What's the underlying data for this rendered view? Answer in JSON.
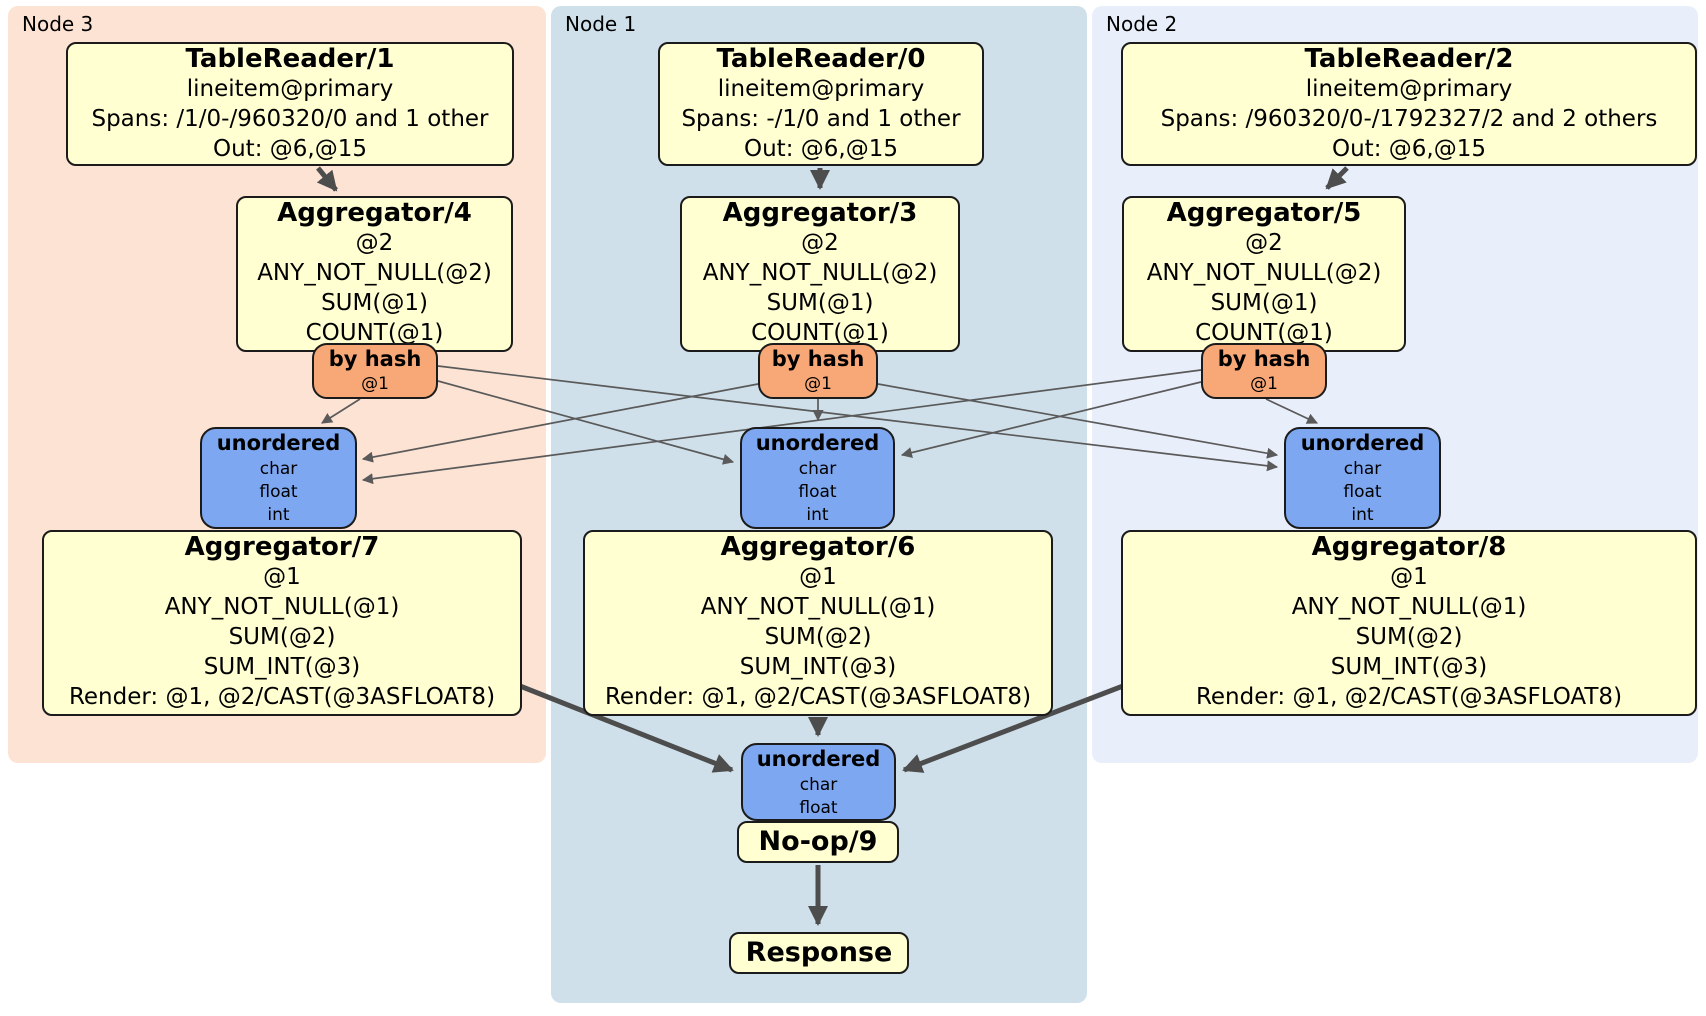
{
  "colors": {
    "node3_panel": "#fce3d4",
    "node1_panel": "#cfe0ea",
    "node2_panel": "#e9eefb",
    "processor_box": "#ffffd2",
    "hash_router_box": "#f8a876",
    "sync_box": "#7da7f0",
    "edge": "#4d4d4d"
  },
  "nodes": [
    {
      "label": "Node 3",
      "table_reader": {
        "title": "TableReader/1",
        "lines": [
          "lineitem@primary",
          "Spans: /1/0-/960320/0 and 1 other",
          "Out: @6,@15"
        ]
      },
      "pre_aggregator": {
        "title": "Aggregator/4",
        "lines": [
          "@2",
          "ANY_NOT_NULL(@2)",
          "SUM(@1)",
          "COUNT(@1)"
        ]
      },
      "router": {
        "title": "by hash",
        "key": "@1"
      },
      "sync": {
        "title": "unordered",
        "types": [
          "char",
          "float",
          "int"
        ]
      },
      "final_aggregator": {
        "title": "Aggregator/7",
        "lines": [
          "@1",
          "ANY_NOT_NULL(@1)",
          "SUM(@2)",
          "SUM_INT(@3)",
          "Render: @1, @2/CAST(@3ASFLOAT8)"
        ]
      }
    },
    {
      "label": "Node 1",
      "table_reader": {
        "title": "TableReader/0",
        "lines": [
          "lineitem@primary",
          "Spans: -/1/0 and 1 other",
          "Out: @6,@15"
        ]
      },
      "pre_aggregator": {
        "title": "Aggregator/3",
        "lines": [
          "@2",
          "ANY_NOT_NULL(@2)",
          "SUM(@1)",
          "COUNT(@1)"
        ]
      },
      "router": {
        "title": "by hash",
        "key": "@1"
      },
      "sync": {
        "title": "unordered",
        "types": [
          "char",
          "float",
          "int"
        ]
      },
      "final_aggregator": {
        "title": "Aggregator/6",
        "lines": [
          "@1",
          "ANY_NOT_NULL(@1)",
          "SUM(@2)",
          "SUM_INT(@3)",
          "Render: @1, @2/CAST(@3ASFLOAT8)"
        ]
      },
      "result_sync": {
        "title": "unordered",
        "types": [
          "char",
          "float"
        ]
      },
      "noop": {
        "title": "No-op/9"
      },
      "response": {
        "title": "Response"
      }
    },
    {
      "label": "Node 2",
      "table_reader": {
        "title": "TableReader/2",
        "lines": [
          "lineitem@primary",
          "Spans: /960320/0-/1792327/2 and 2 others",
          "Out: @6,@15"
        ]
      },
      "pre_aggregator": {
        "title": "Aggregator/5",
        "lines": [
          "@2",
          "ANY_NOT_NULL(@2)",
          "SUM(@1)",
          "COUNT(@1)"
        ]
      },
      "router": {
        "title": "by hash",
        "key": "@1"
      },
      "sync": {
        "title": "unordered",
        "types": [
          "char",
          "float",
          "int"
        ]
      },
      "final_aggregator": {
        "title": "Aggregator/8",
        "lines": [
          "@1",
          "ANY_NOT_NULL(@1)",
          "SUM(@2)",
          "SUM_INT(@3)",
          "Render: @1, @2/CAST(@3ASFLOAT8)"
        ]
      }
    }
  ]
}
